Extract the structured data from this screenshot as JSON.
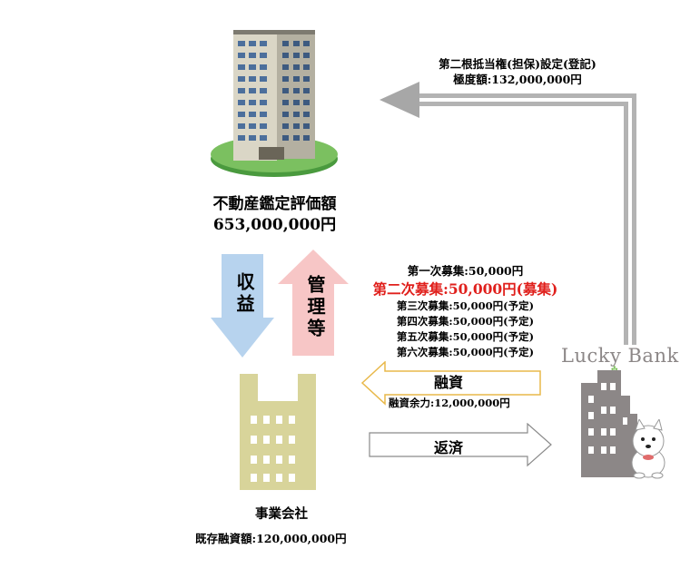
{
  "mortgage": {
    "line1": "第二根抵当権(担保)設定(登記)",
    "line2": "極度額:132,000,000円"
  },
  "property": {
    "title": "不動産鑑定評価額",
    "value": "653,000,000円"
  },
  "flows": {
    "income": "収益",
    "management": "管理等",
    "loan": "融資",
    "repay": "返済",
    "loan_capacity": "融資余力:12,000,000円"
  },
  "recruitments": [
    "第一次募集:50,000円",
    "第二次募集:50,000円(募集)",
    "第三次募集:50,000円(予定)",
    "第四次募集:50,000円(予定)",
    "第五次募集:50,000円(予定)",
    "第六次募集:50,000円(予定)"
  ],
  "company": {
    "name": "事業会社",
    "existing_loan": "既存融資額:120,000,000円"
  },
  "lender": {
    "logo_text": "Lucky Bank"
  },
  "colors": {
    "highlight_red": "#e0201c",
    "income_arrow": "#b7d3ee",
    "management_arrow": "#f7c6c6",
    "loan_arrow_border": "#e8b84a",
    "company_building": "#d8d49a",
    "bank_building": "#8c8787",
    "mortgage_arrow": "#b3b3b3"
  }
}
